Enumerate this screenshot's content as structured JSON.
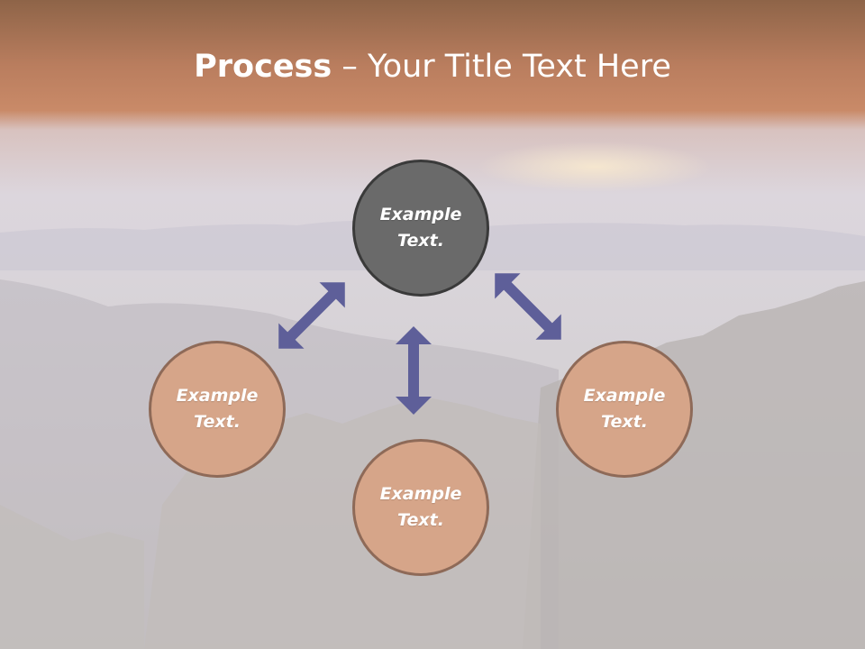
{
  "slide": {
    "title_bold": "Process",
    "title_rest": " – Your Title Text Here"
  },
  "nodes": [
    {
      "id": "center",
      "label": "Example Text."
    },
    {
      "id": "left",
      "label": "Example Text."
    },
    {
      "id": "bottom",
      "label": "Example Text."
    },
    {
      "id": "right",
      "label": "Example Text."
    }
  ],
  "colors": {
    "center_fill": "#6a6a6a",
    "outer_fill": "#d6a589",
    "arrow": "#5e5f99",
    "title_band": "#c4876a"
  }
}
